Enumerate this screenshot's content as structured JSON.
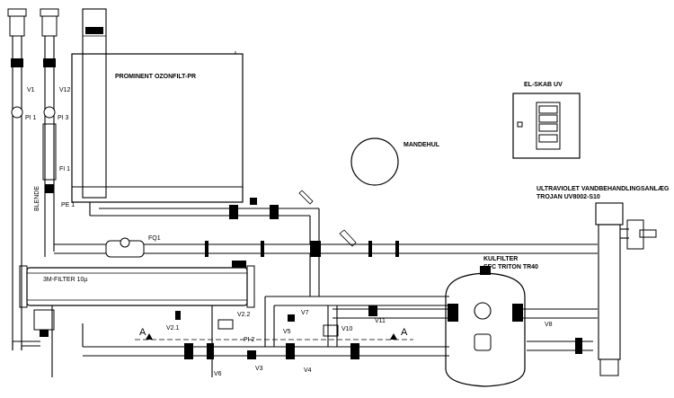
{
  "labels": {
    "prominent": "PROMINENT OZONFILT-PR",
    "el_skab": "EL-SKAB UV",
    "mandehul": "MANDEHUL",
    "uv_line1": "ULTRAVIOLET VANDBEHANDLINGSANLÆG",
    "uv_line2": "TROJAN UV8002-S10",
    "kulfilter_line1": "KULFILTER",
    "kulfilter_line2": "SFC TRITON TR40",
    "filter": "3M-FILTER 10µ",
    "blende": "BLENDE",
    "fq1": "FQ1",
    "v1": "V1",
    "v12": "V12",
    "pi1": "PI 1",
    "pi3": "PI 3",
    "fi1": "FI 1",
    "pe1": "PE 1",
    "v2_1": "V2.1",
    "v2_2": "V2.2",
    "v3": "V3",
    "v4": "V4",
    "v5": "V5",
    "v6": "V6",
    "v7": "V7",
    "v8": "V8",
    "v10": "V10",
    "v11": "V11",
    "pi2": "PI 2",
    "section_a_left": "A",
    "section_a_right": "A"
  }
}
